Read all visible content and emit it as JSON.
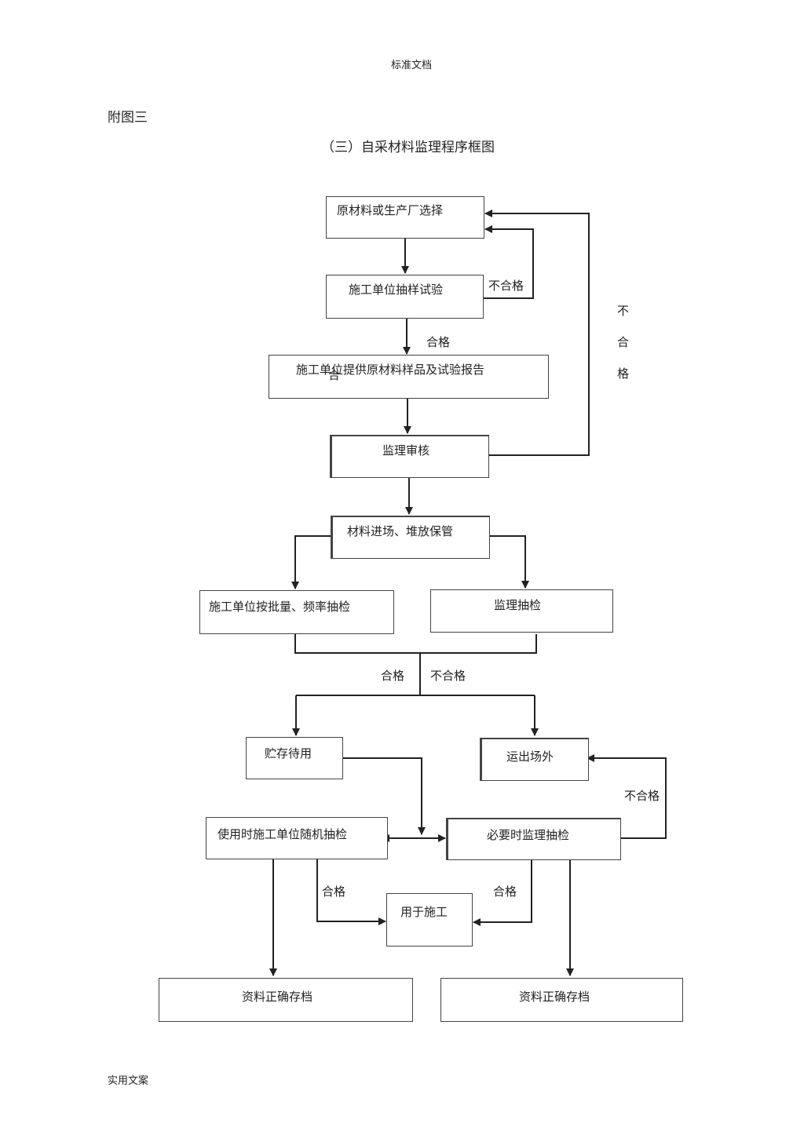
{
  "page": {
    "header": "标准文档",
    "footer": "实用文案",
    "figure_label": "附图三",
    "title": "（三）自采材料监理程序框图"
  },
  "boxes": {
    "select": "原材料或生产厂选择",
    "sample_test": "施工单位抽样试验",
    "provide_samples": "施工单位提供原材料样品及试验报告",
    "provide_samples_overlap": "合",
    "supervision_review": "监理审核",
    "entry_storage": "材料进场、堆放保管",
    "batch_inspection": "施工单位按批量、频率抽检",
    "supervision_spot_check": "监理抽检",
    "store_for_use": "贮存待用",
    "remove_offsite": "运出场外",
    "random_check_in_use": "使用时施工单位随机抽检",
    "necessary_supervision_check": "必要时监理抽检",
    "used_in_construction": "用于施工",
    "archive_left": "资料正确存档",
    "archive_right": "资料正确存档"
  },
  "labels": {
    "unqualified_1": "不合格",
    "qualified_1": "合格",
    "unqualified_vertical": [
      "不",
      "合",
      "格"
    ],
    "qualified_2": "合格",
    "unqualified_2": "不合格",
    "unqualified_3": "不合格",
    "qualified_left": "合格",
    "qualified_right": "合格"
  }
}
